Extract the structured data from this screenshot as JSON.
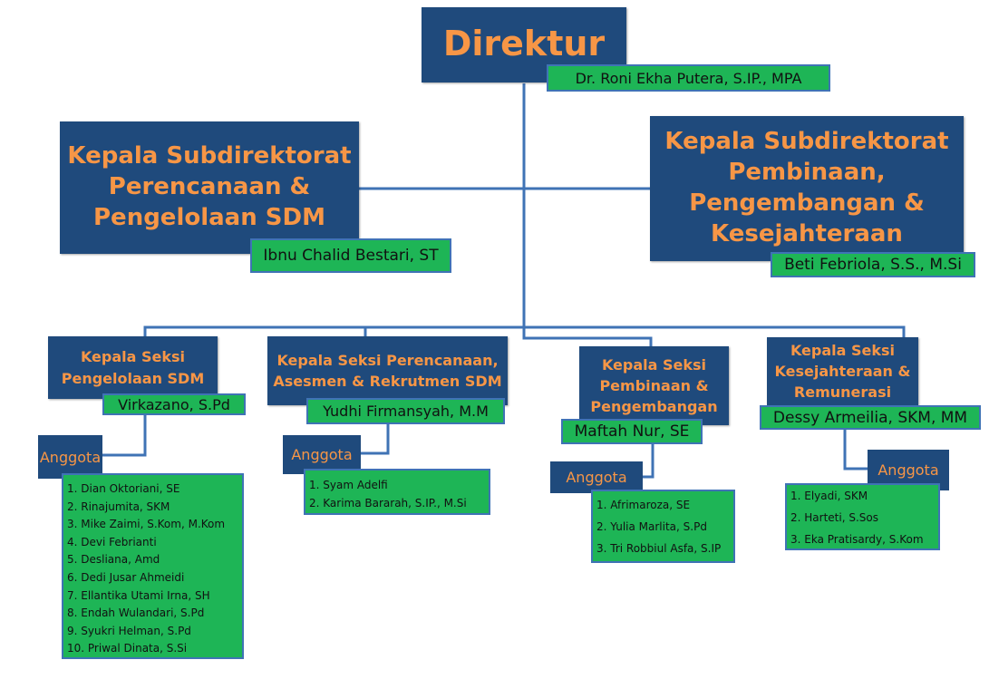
{
  "direktur": {
    "title": "Direktur",
    "name": "Dr. Roni Ekha Putera, S.IP., MPA"
  },
  "subdir_left": {
    "title": "Kepala Subdirektorat\nPerencanaan &\nPengelolaan SDM",
    "name": "Ibnu Chalid Bestari, ST"
  },
  "subdir_right": {
    "title": "Kepala Subdirektorat\nPembinaan,\nPengembangan &\nKesejahteraan",
    "name": "Beti Febriola, S.S., M.Si"
  },
  "seksi": [
    {
      "title": "Kepala Seksi\nPengelolaan SDM",
      "name": "Virkazano, S.Pd",
      "anggota_label": "Anggota",
      "members": [
        "1. Dian Oktoriani, SE",
        "2. Rinajumita, SKM",
        "3. Mike Zaimi, S.Kom,  M.Kom",
        "4. Devi Febrianti",
        "5. Desliana, Amd",
        "6. Dedi Jusar Ahmeidi",
        "7. Ellantika Utami Irna,  SH",
        "8. Endah Wulandari, S.Pd",
        "9. Syukri  Helman, S.Pd",
        "10. Priwal Dinata, S.Si"
      ]
    },
    {
      "title": "Kepala Seksi Perencanaan,\nAsesmen & Rekrutmen SDM",
      "name": "Yudhi Firmansyah, M.M",
      "anggota_label": "Anggota",
      "members": [
        "1. Syam Adelfi",
        "2. Karima Bararah, S.IP., M.Si"
      ]
    },
    {
      "title": "Kepala Seksi\nPembinaan &\nPengembangan",
      "name": "Maftah Nur, SE",
      "anggota_label": "Anggota",
      "members": [
        "1. Afrimaroza, SE",
        "2. Yulia Marlita, S.Pd",
        "3. Tri Robbiul Asfa, S.IP"
      ]
    },
    {
      "title": "Kepala Seksi\nKesejahteraan &\nRemunerasi",
      "name": "Dessy Armeilia, SKM, MM",
      "anggota_label": "Anggota",
      "members": [
        "1. Elyadi, SKM",
        "2. Harteti, S.Sos",
        "3. Eka Pratisardy, S.Kom"
      ]
    }
  ],
  "colors": {
    "box": "#1f4a7c",
    "title_text": "#f79646",
    "name_bg": "#1eb556",
    "border": "#3f73b5",
    "connector": "#3f73b5"
  }
}
